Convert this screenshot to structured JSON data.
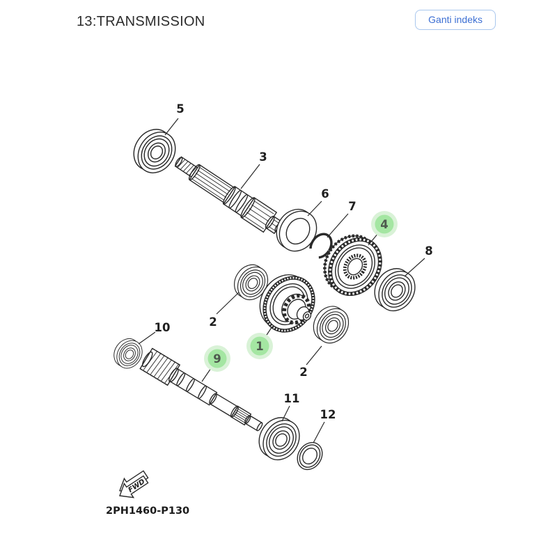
{
  "page": {
    "title": "13:TRANSMISSION",
    "actions": {
      "change_index_label": "Ganti indeks"
    }
  },
  "diagram": {
    "drawing_code": "2PH1460-P130",
    "fwd_label": "FWD",
    "callouts": {
      "c1": {
        "label": "1",
        "highlighted": true
      },
      "c2a": {
        "label": "2",
        "highlighted": false
      },
      "c2b": {
        "label": "2",
        "highlighted": false
      },
      "c3": {
        "label": "3",
        "highlighted": false
      },
      "c4": {
        "label": "4",
        "highlighted": true
      },
      "c5": {
        "label": "5",
        "highlighted": false
      },
      "c6": {
        "label": "6",
        "highlighted": false
      },
      "c7": {
        "label": "7",
        "highlighted": false
      },
      "c8": {
        "label": "8",
        "highlighted": false
      },
      "c9": {
        "label": "9",
        "highlighted": true
      },
      "c10": {
        "label": "10",
        "highlighted": false
      },
      "c11": {
        "label": "11",
        "highlighted": false
      },
      "c12": {
        "label": "12",
        "highlighted": false
      }
    }
  },
  "colors": {
    "accent_blue": "#3c6fd3",
    "button_border": "#a9c7ee",
    "line_art": "#2a2a2a",
    "highlight_green": "#a4e6a2",
    "highlight_halo": "#d9f2d7"
  }
}
